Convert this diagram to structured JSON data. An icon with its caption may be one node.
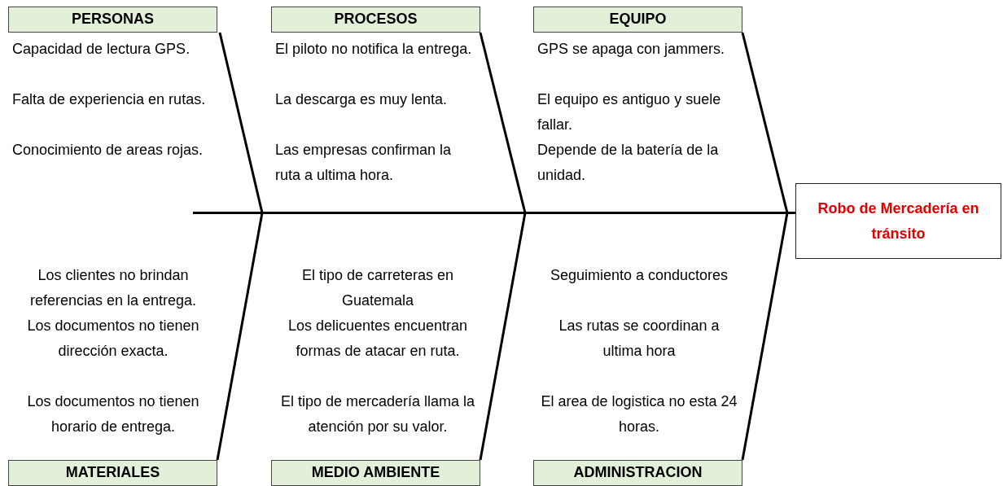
{
  "diagram": {
    "nodes": [
      {
        "text": [
          "PERSONAS"
        ],
        "beside": [
          "Capacidad de lectura GPS.",
          "Falta de experiencia en rutas.",
          "Conocimiento de areas rojas."
        ]
      },
      {
        "text": [
          "PROCESOS"
        ],
        "beside": [
          "El piloto no notifica la entrega.",
          "La descarga es muy lenta.",
          "Las empresas confirman la ruta a ultima hora."
        ]
      },
      {
        "text": [
          "EQUIPO"
        ],
        "beside": [
          "GPS se apaga con jammers.",
          "El equipo es antiguo y suele fallar.",
          "Depende de la batería de la unidad."
        ]
      },
      {
        "text": [
          "MATERIALES"
        ],
        "beside": [
          "Los clientes no brindan referencias en la entrega.",
          "Los documentos no tienen dirección exacta.",
          "Los documentos no tienen horario de entrega."
        ]
      },
      {
        "text": [
          "MEDIO AMBIENTE"
        ],
        "beside": [
          "El tipo de carreteras en Guatemala",
          "Los delicuentes encuentran formas de atacar en ruta.",
          "El tipo de mercadería llama la atención por su valor."
        ]
      },
      {
        "text": [
          "ADMINISTRACION"
        ],
        "beside": [
          "Seguimiento a conductores",
          "Las rutas se coordinan a ultima hora",
          "El area de logistica no esta 24 horas."
        ]
      },
      {
        "text": [],
        "shape": "bar"
      },
      {
        "text": [
          "Robo de Mercadería en tránsito"
        ]
      }
    ],
    "edges": [
      {
        "from": 0,
        "to": 6,
        "arrow": "none"
      },
      {
        "from": 1,
        "to": 6,
        "arrow": "none"
      },
      {
        "from": 2,
        "to": 6,
        "arrow": "none"
      },
      {
        "from": 3,
        "to": 6,
        "arrow": "none"
      },
      {
        "from": 4,
        "to": 6,
        "arrow": "none"
      },
      {
        "from": 5,
        "to": 6,
        "arrow": "none"
      },
      {
        "from": 6,
        "to": 7,
        "arrow": "none"
      }
    ]
  }
}
